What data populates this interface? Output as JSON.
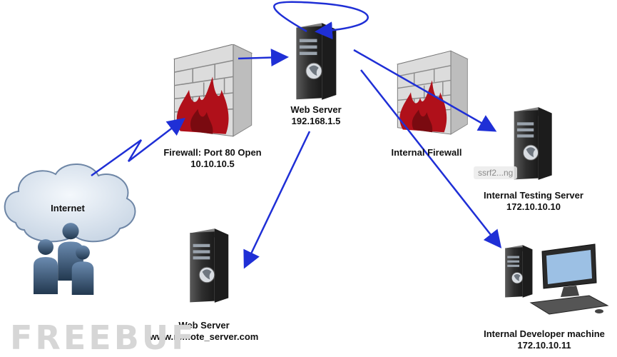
{
  "nodes": {
    "web_server_main": {
      "name": "Web Server",
      "ip": "192.168.1.5"
    },
    "firewall": {
      "name": "Firewall: Port 80 Open",
      "ip": "10.10.10.5"
    },
    "internal_firewall": {
      "name": "Internal Firewall"
    },
    "internet": {
      "name": "Internet"
    },
    "internal_testing_server": {
      "name": "Internal Testing Server",
      "ip": "172.10.10.10"
    },
    "internal_developer_machine": {
      "name": "Internal Developer machine",
      "ip": "172.10.10.11"
    },
    "remote_web_server": {
      "name": "Web Server",
      "host": "www.remote_server.com"
    }
  },
  "overlay": {
    "tag": "ssrf2...ng"
  },
  "watermark": "FREEBUF",
  "colors": {
    "arrow": "#1f2fd6",
    "brick": "#d8d8d8",
    "flame": "#b0101a",
    "server": "#3a3a3a"
  }
}
